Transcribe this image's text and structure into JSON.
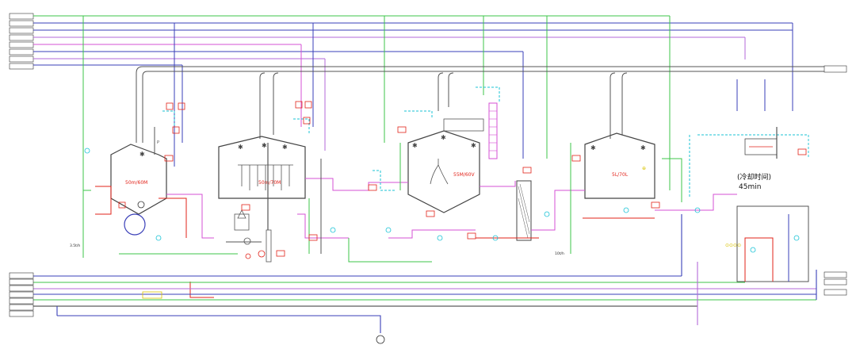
{
  "diagram": {
    "tanks": [
      {
        "id": "T1",
        "name": "",
        "volume": "50m/60M"
      },
      {
        "id": "T2",
        "name": "",
        "volume": "50m/70M"
      },
      {
        "id": "T3",
        "name": "",
        "volume": "55M/60V"
      },
      {
        "id": "T4",
        "name": "",
        "volume": "5L/70L"
      }
    ],
    "cooling_time": {
      "label": "冷却时间",
      "value": "45min"
    },
    "flow_labels": {
      "dosing_left": "3.5t/h",
      "dosing_right": "10t/h"
    },
    "side_tags": {
      "left_top": [
        "",
        "",
        "",
        "",
        "",
        "",
        "",
        ""
      ],
      "left_bottom": [
        "",
        "",
        "",
        "",
        "",
        "",
        ""
      ],
      "right_top": [
        ""
      ],
      "right_bottom": [
        "",
        "",
        ""
      ]
    },
    "colors": {
      "green": "#3cc54a",
      "blue": "#3a3fb8",
      "purple": "#b36ad8",
      "magenta": "#d651d6",
      "red": "#e2231a",
      "cyan": "#19c3d6",
      "dark": "#333333"
    }
  }
}
